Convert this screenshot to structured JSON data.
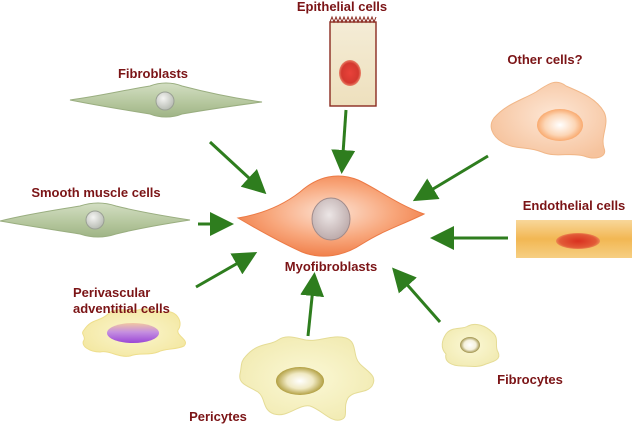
{
  "diagram": {
    "center": {
      "label": "Myofibroblasts"
    },
    "sources": [
      {
        "id": "epithelial",
        "label": "Epithelial cells"
      },
      {
        "id": "fibroblasts",
        "label": "Fibroblasts"
      },
      {
        "id": "other",
        "label": "Other cells?"
      },
      {
        "id": "smooth-muscle",
        "label": "Smooth muscle cells"
      },
      {
        "id": "endothelial",
        "label": "Endothelial cells"
      },
      {
        "id": "perivascular",
        "label_line1": "Perivascular",
        "label_line2": "adventitial cells"
      },
      {
        "id": "pericytes",
        "label": "Pericytes"
      },
      {
        "id": "fibrocytes",
        "label": "Fibrocytes"
      }
    ]
  },
  "colors": {
    "label_text": "#7b1416",
    "arrow": "#2e7d1e",
    "spindle_cell": "#b8c9a2",
    "myofibroblast": "#f58a55",
    "endothelial": "#f2b14f",
    "pericyte": "#f6f1b2"
  }
}
